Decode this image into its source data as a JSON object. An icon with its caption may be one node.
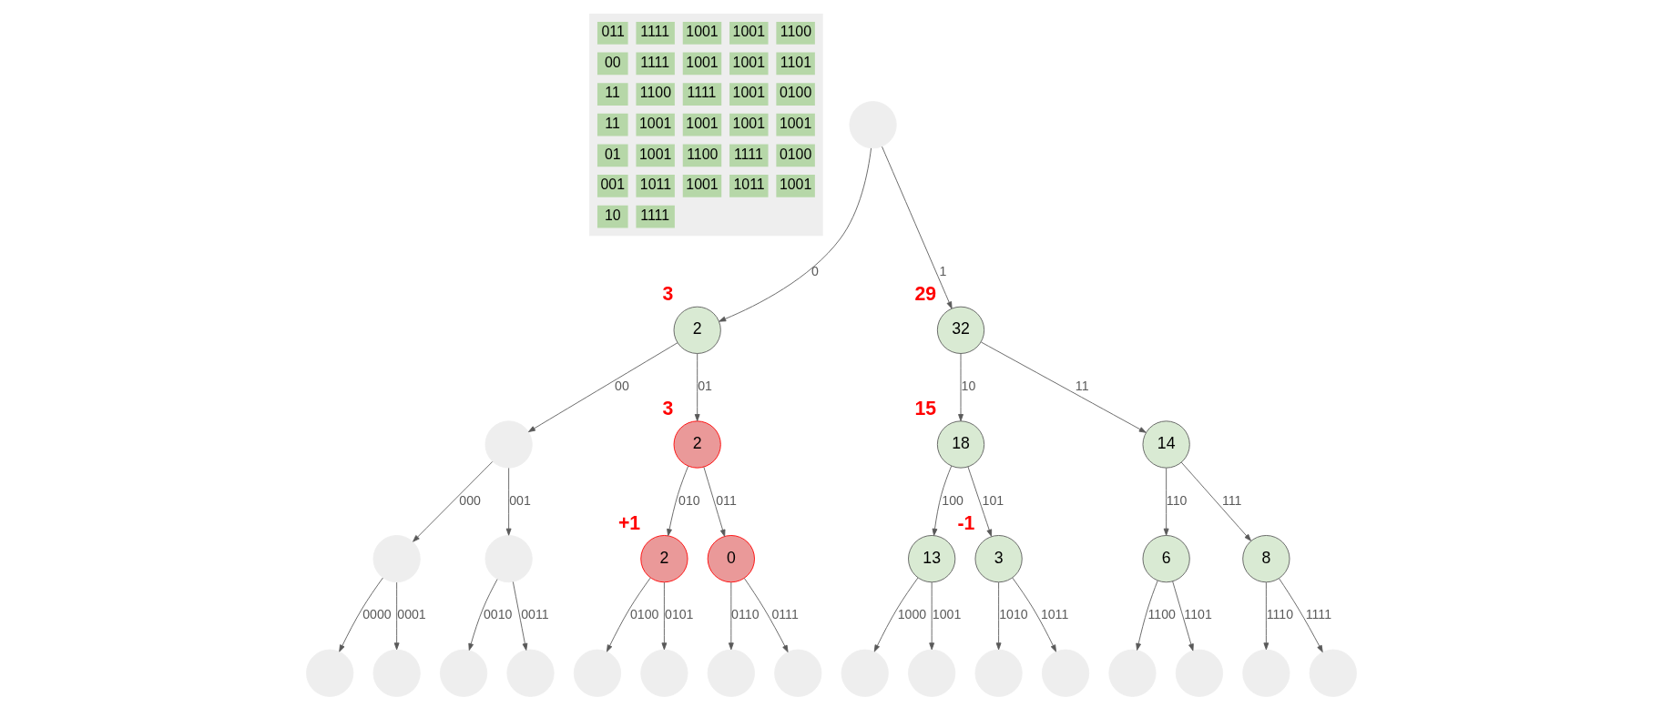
{
  "diagram": {
    "nodes": [
      {
        "text": [],
        "shape": "circle"
      },
      {
        "text": [
          "2"
        ],
        "beside": [
          "3"
        ]
      },
      {
        "text": [
          "32"
        ],
        "beside": [
          "29"
        ]
      },
      {
        "text": [],
        "shape": "circle"
      },
      {
        "text": [
          "2"
        ],
        "beside": [
          "3"
        ]
      },
      {
        "text": [
          "18"
        ],
        "beside": [
          "15"
        ]
      },
      {
        "text": [
          "14"
        ]
      },
      {
        "text": [],
        "shape": "circle"
      },
      {
        "text": [],
        "shape": "circle"
      },
      {
        "text": [
          "2"
        ],
        "beside": [
          "+1"
        ]
      },
      {
        "text": [
          "0"
        ]
      },
      {
        "text": [
          "13"
        ]
      },
      {
        "text": [
          "3"
        ],
        "beside": [
          "-1"
        ]
      },
      {
        "text": [
          "6"
        ]
      },
      {
        "text": [
          "8"
        ]
      },
      {
        "text": [],
        "shape": "circle"
      },
      {
        "text": [],
        "shape": "circle"
      },
      {
        "text": [],
        "shape": "circle"
      },
      {
        "text": [],
        "shape": "circle"
      },
      {
        "text": [],
        "shape": "circle"
      },
      {
        "text": [],
        "shape": "circle"
      },
      {
        "text": [],
        "shape": "circle"
      },
      {
        "text": [],
        "shape": "circle"
      },
      {
        "text": [],
        "shape": "circle"
      },
      {
        "text": [],
        "shape": "circle"
      },
      {
        "text": [],
        "shape": "circle"
      },
      {
        "text": [],
        "shape": "circle"
      },
      {
        "text": [],
        "shape": "circle"
      },
      {
        "text": [],
        "shape": "circle"
      },
      {
        "text": [],
        "shape": "circle"
      },
      {
        "text": [],
        "shape": "circle"
      }
    ],
    "edges": [
      {
        "from": 0,
        "to": 1,
        "arrow": "to",
        "label": "0"
      },
      {
        "from": 0,
        "to": 2,
        "arrow": "to",
        "label": "1"
      },
      {
        "from": 1,
        "to": 3,
        "arrow": "to",
        "label": "00"
      },
      {
        "from": 1,
        "to": 4,
        "arrow": "to",
        "label": "01"
      },
      {
        "from": 2,
        "to": 5,
        "arrow": "to",
        "label": "10"
      },
      {
        "from": 2,
        "to": 6,
        "arrow": "to",
        "label": "11"
      },
      {
        "from": 3,
        "to": 7,
        "arrow": "to",
        "label": "000"
      },
      {
        "from": 3,
        "to": 8,
        "arrow": "to",
        "label": "001"
      },
      {
        "from": 4,
        "to": 9,
        "arrow": "to",
        "label": "010"
      },
      {
        "from": 4,
        "to": 10,
        "arrow": "to",
        "label": "011"
      },
      {
        "from": 5,
        "to": 11,
        "arrow": "to",
        "label": "100"
      },
      {
        "from": 5,
        "to": 12,
        "arrow": "to",
        "label": "101"
      },
      {
        "from": 6,
        "to": 13,
        "arrow": "to",
        "label": "110"
      },
      {
        "from": 6,
        "to": 14,
        "arrow": "to",
        "label": "111"
      },
      {
        "from": 7,
        "to": 15,
        "arrow": "to",
        "label": "0000"
      },
      {
        "from": 7,
        "to": 16,
        "arrow": "to",
        "label": "0001"
      },
      {
        "from": 8,
        "to": 17,
        "arrow": "to",
        "label": "0010"
      },
      {
        "from": 8,
        "to": 18,
        "arrow": "to",
        "label": "0011"
      },
      {
        "from": 9,
        "to": 19,
        "arrow": "to",
        "label": "0100"
      },
      {
        "from": 9,
        "to": 20,
        "arrow": "to",
        "label": "0101"
      },
      {
        "from": 10,
        "to": 21,
        "arrow": "to",
        "label": "0110"
      },
      {
        "from": 10,
        "to": 22,
        "arrow": "to",
        "label": "0111"
      },
      {
        "from": 11,
        "to": 23,
        "arrow": "to",
        "label": "1000"
      },
      {
        "from": 11,
        "to": 24,
        "arrow": "to",
        "label": "1001"
      },
      {
        "from": 12,
        "to": 25,
        "arrow": "to",
        "label": "1010"
      },
      {
        "from": 12,
        "to": 26,
        "arrow": "to",
        "label": "1011"
      },
      {
        "from": 13,
        "to": 27,
        "arrow": "to",
        "label": "1100"
      },
      {
        "from": 13,
        "to": 28,
        "arrow": "to",
        "label": "1101"
      },
      {
        "from": 14,
        "to": 29,
        "arrow": "to",
        "label": "1110"
      },
      {
        "from": 14,
        "to": 30,
        "arrow": "to",
        "label": "1111"
      }
    ],
    "labels": [
      "011",
      "1111",
      "1001",
      "1001",
      "1100",
      "00",
      "1111",
      "1001",
      "1001",
      "1101",
      "11",
      "1100",
      "1111",
      "1001",
      "0100",
      "11",
      "1001",
      "1001",
      "1001",
      "1001",
      "01",
      "1001",
      "1100",
      "1111",
      "0100",
      "001",
      "1011",
      "1001",
      "1011",
      "1001",
      "10",
      "1111"
    ]
  }
}
